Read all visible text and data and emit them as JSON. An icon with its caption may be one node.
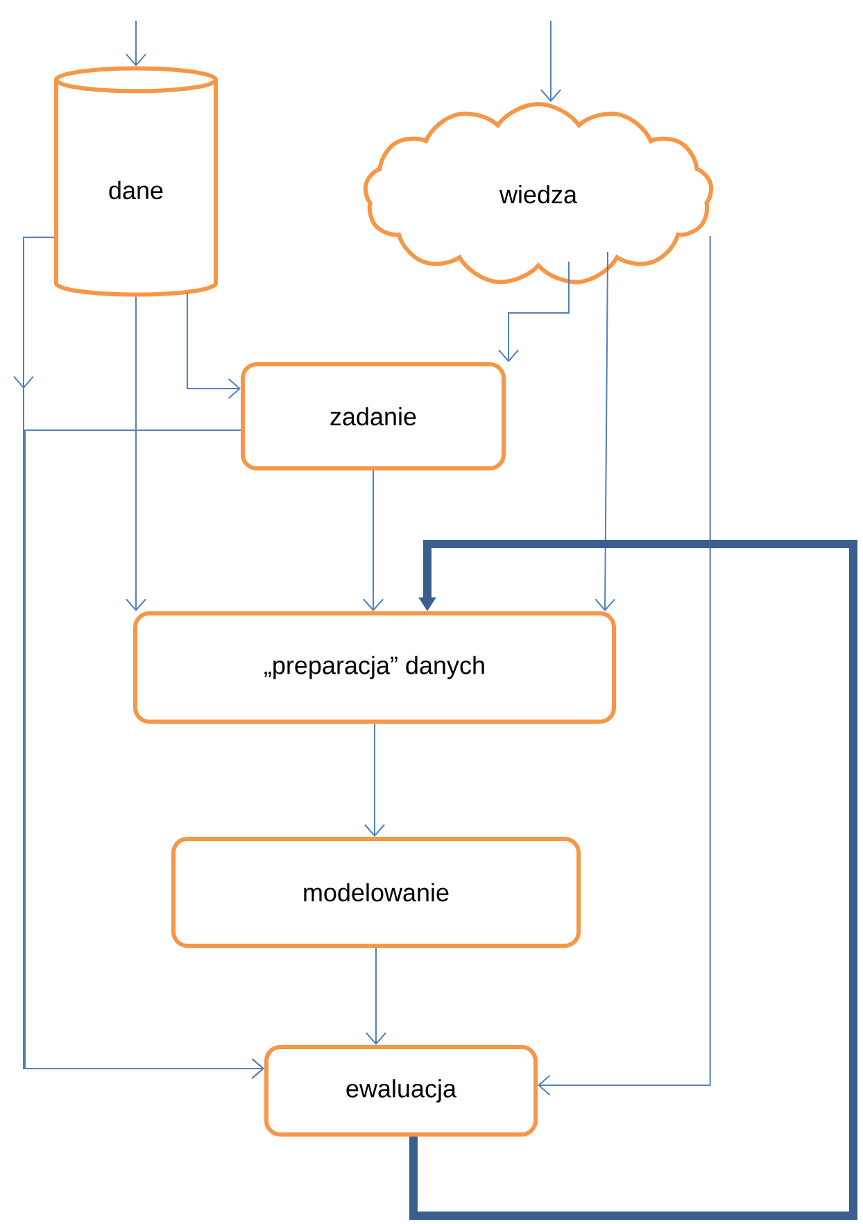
{
  "diagram": {
    "nodes": [
      {
        "text": [
          "dane"
        ]
      },
      {
        "text": [
          "wiedza"
        ]
      },
      {
        "text": [
          "zadanie"
        ]
      },
      {
        "text": [
          "„preparacja” danych"
        ]
      },
      {
        "text": [
          "modelowanie"
        ]
      },
      {
        "text": [
          "ewaluacja"
        ]
      }
    ],
    "edges": [
      {
        "from": null,
        "to": 0,
        "arrow": "to"
      },
      {
        "from": null,
        "to": 1,
        "arrow": "to"
      },
      {
        "from": 0,
        "to": 2,
        "arrow": "to"
      },
      {
        "from": 0,
        "to": 3,
        "arrow": "to"
      },
      {
        "from": 0,
        "to": 5,
        "arrow": "to"
      },
      {
        "from": 2,
        "to": 5,
        "arrow": "to"
      },
      {
        "from": 1,
        "to": 2,
        "arrow": "to"
      },
      {
        "from": 1,
        "to": 3,
        "arrow": "to"
      },
      {
        "from": 1,
        "to": 5,
        "arrow": "to"
      },
      {
        "from": 2,
        "to": 3,
        "arrow": "to"
      },
      {
        "from": 3,
        "to": 4,
        "arrow": "to"
      },
      {
        "from": 4,
        "to": 5,
        "arrow": "to"
      },
      {
        "from": 5,
        "to": 3,
        "arrow": "to",
        "style": "thick",
        "color": "#3a5f8f"
      }
    ]
  }
}
